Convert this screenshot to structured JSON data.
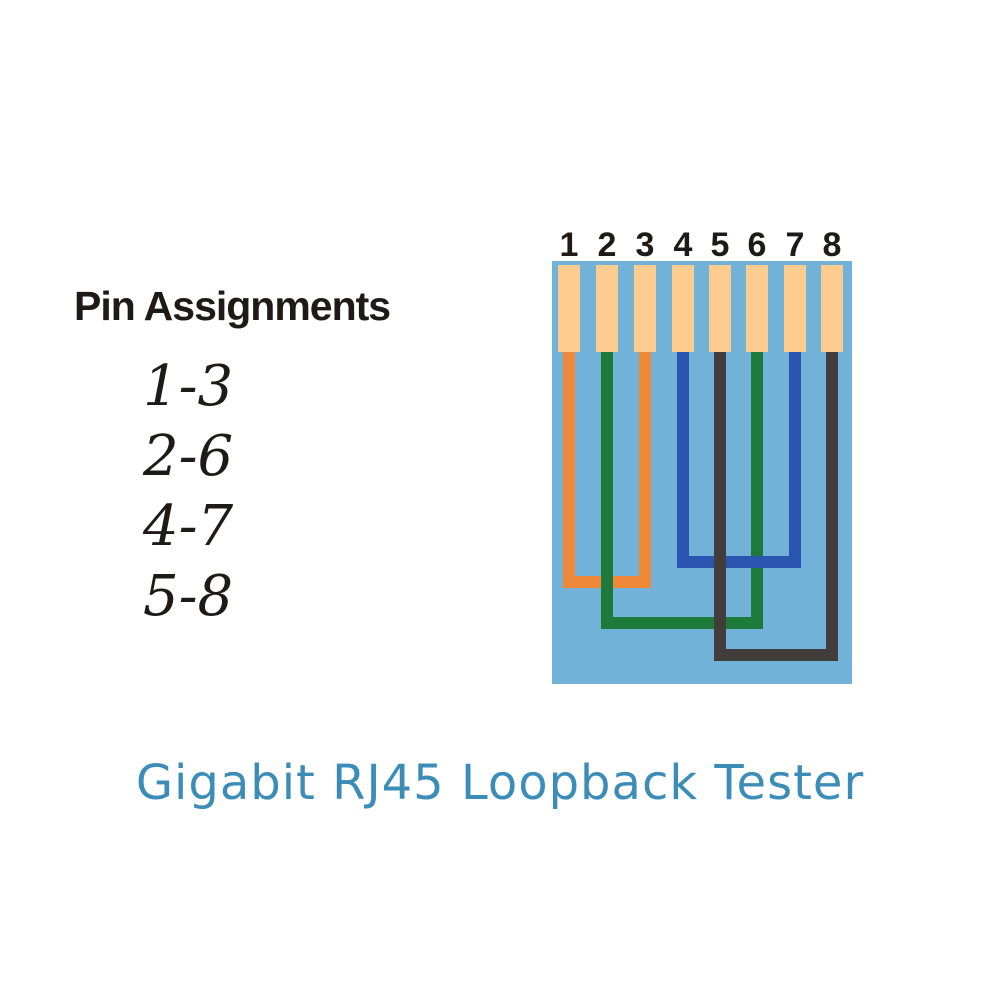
{
  "heading": "Pin Assignments",
  "pairs": [
    {
      "label": "1-3",
      "from": 1,
      "to": 3,
      "color": "#f0883a"
    },
    {
      "label": "2-6",
      "from": 2,
      "to": 6,
      "color": "#1e7a3a"
    },
    {
      "label": "4-7",
      "from": 4,
      "to": 7,
      "color": "#2a55b0"
    },
    {
      "label": "5-8",
      "from": 5,
      "to": 8,
      "color": "#403d3a"
    }
  ],
  "pins": [
    "1",
    "2",
    "3",
    "4",
    "5",
    "6",
    "7",
    "8"
  ],
  "caption": "Gigabit RJ45 Loopback Tester",
  "colors": {
    "board": "#72b2d8",
    "contact": "#ffcc90",
    "text": "#1e1a18",
    "caption": "#3b8db8"
  }
}
